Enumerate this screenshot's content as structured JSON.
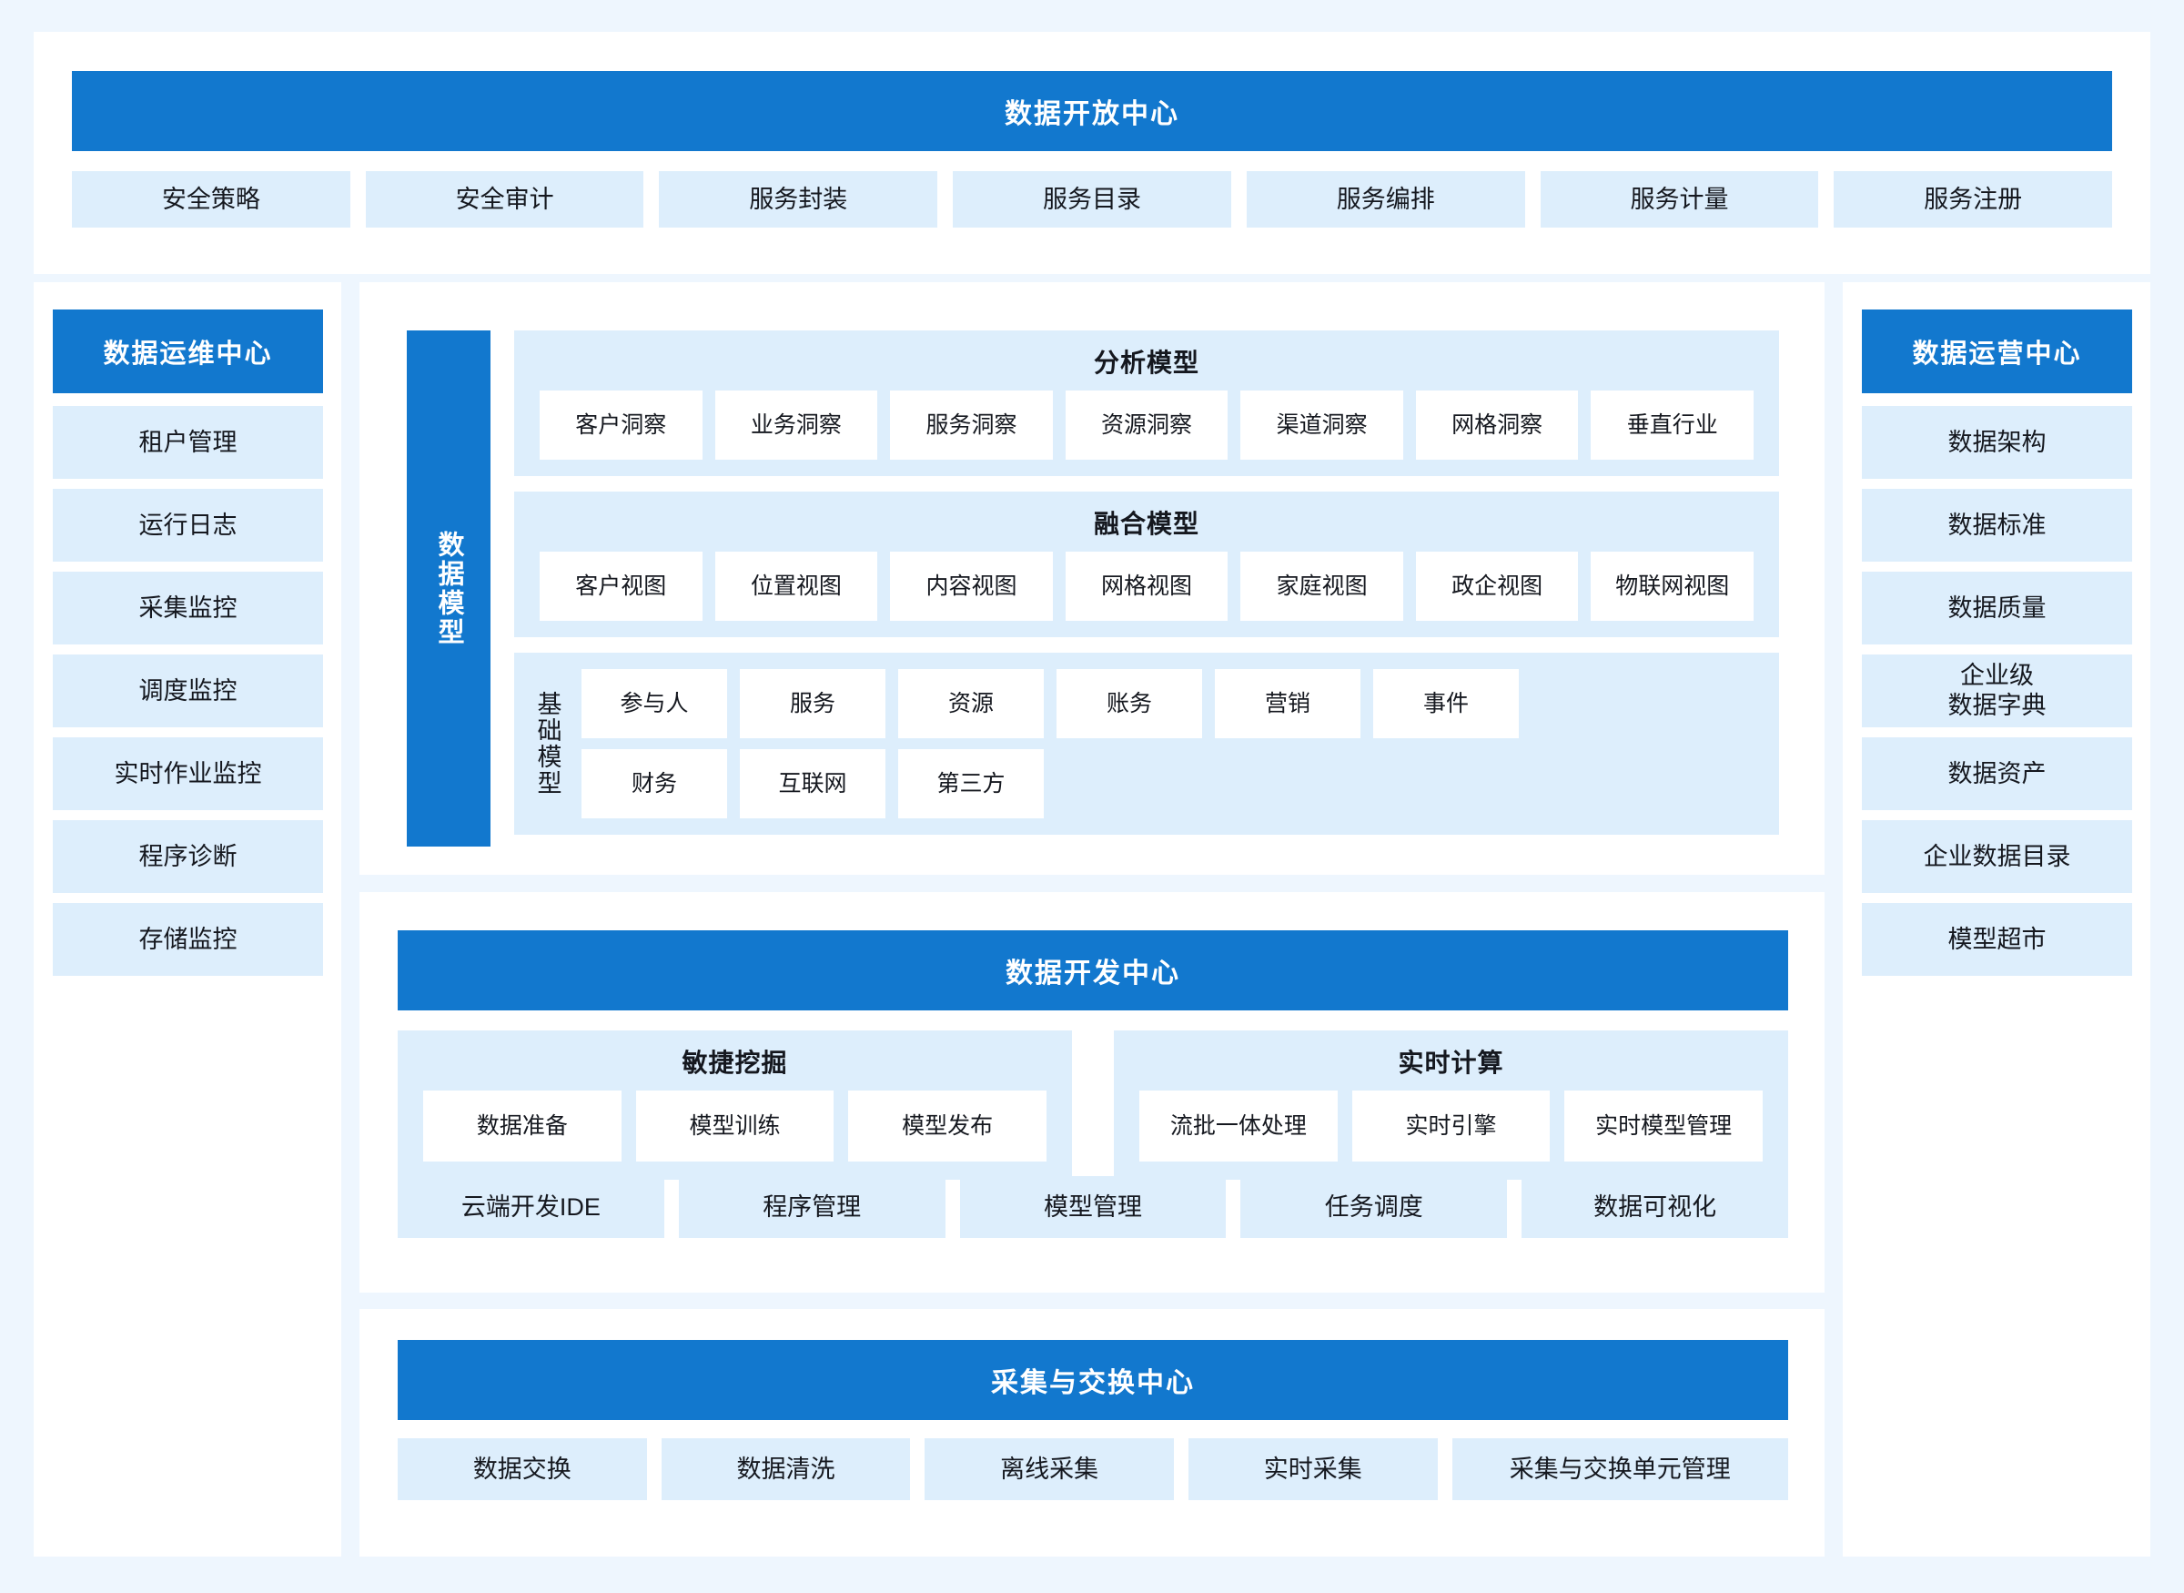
{
  "colors": {
    "page_bg": "#eef6fe",
    "panel_bg": "#ffffff",
    "accent_blue": "#1278ce",
    "chip_blue": "#ddeefc",
    "text": "#15181f"
  },
  "open_center": {
    "title": "数据开放中心",
    "items": [
      "安全策略",
      "安全审计",
      "服务封装",
      "服务目录",
      "服务编排",
      "服务计量",
      "服务注册"
    ]
  },
  "ops_center": {
    "title": "数据运维中心",
    "items": [
      "租户管理",
      "运行日志",
      "采集监控",
      "调度监控",
      "实时作业监控",
      "程序诊断",
      "存储监控"
    ]
  },
  "operation_center": {
    "title": "数据运营中心",
    "items": [
      "数据架构",
      "数据标准",
      "数据质量",
      "企业级\n数据字典",
      "数据资产",
      "企业数据目录",
      "模型超市"
    ]
  },
  "data_model": {
    "vertical_label": "数据模型",
    "groups": [
      {
        "title": "分析模型",
        "items": [
          "客户洞察",
          "业务洞察",
          "服务洞察",
          "资源洞察",
          "渠道洞察",
          "网格洞察",
          "垂直行业"
        ]
      },
      {
        "title": "融合模型",
        "items": [
          "客户视图",
          "位置视图",
          "内容视图",
          "网格视图",
          "家庭视图",
          "政企视图",
          "物联网视图"
        ]
      }
    ],
    "base_model": {
      "vertical_label": "基础模型",
      "row1": [
        "参与人",
        "服务",
        "资源",
        "账务",
        "营销",
        "事件"
      ],
      "row2": [
        "财务",
        "互联网",
        "第三方"
      ]
    }
  },
  "dev_center": {
    "title": "数据开发中心",
    "subgroups": [
      {
        "title": "敏捷挖掘",
        "items": [
          "数据准备",
          "模型训练",
          "模型发布"
        ]
      },
      {
        "title": "实时计算",
        "items": [
          "流批一体处理",
          "实时引擎",
          "实时模型管理"
        ]
      }
    ],
    "bottom_items": [
      "云端开发IDE",
      "程序管理",
      "模型管理",
      "任务调度",
      "数据可视化"
    ]
  },
  "collect_center": {
    "title": "采集与交换中心",
    "items": [
      "数据交换",
      "数据清洗",
      "离线采集",
      "实时采集",
      "采集与交换单元管理"
    ]
  }
}
